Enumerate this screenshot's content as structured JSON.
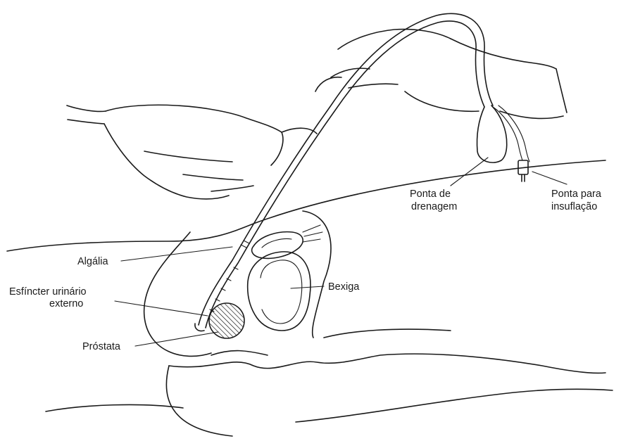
{
  "labels": {
    "algalia": "Algália",
    "esfincter_line1": "Esfíncter urinário",
    "esfincter_line2": "externo",
    "prostata": "Próstata",
    "bexiga": "Bexiga",
    "ponta_drenagem_line1": "Ponta de",
    "ponta_drenagem_line2": "drenagem",
    "ponta_insuflacao_line1": "Ponta para",
    "ponta_insuflacao_line2": "insuflação"
  },
  "colors": {
    "ink": "#1a1a1a",
    "background": "#ffffff"
  },
  "icons": [
    "gloved-hand-left",
    "gloved-hand-right",
    "urinary-catheter",
    "bladder",
    "prostate"
  ]
}
